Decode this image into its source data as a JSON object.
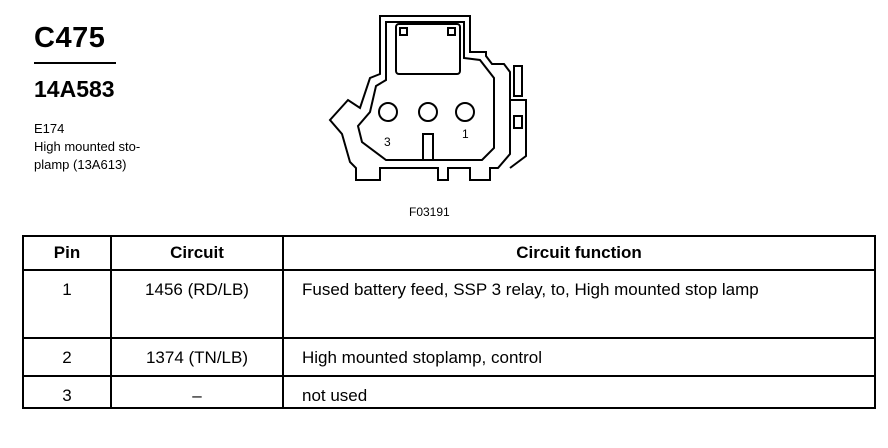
{
  "connector": {
    "id": "C475",
    "part_number": "14A583",
    "location_code": "E174",
    "description_line1": "High mounted sto-",
    "description_line2": "plamp (13A613)",
    "figure_id": "F03191",
    "pin_labels": {
      "left": "3",
      "right": "1"
    }
  },
  "table": {
    "headers": [
      "Pin",
      "Circuit",
      "Circuit function"
    ],
    "rows": [
      {
        "pin": "1",
        "circuit": "1456 (RD/LB)",
        "function": "Fused battery feed, SSP 3 relay, to, High mounted stop lamp"
      },
      {
        "pin": "2",
        "circuit": "1374 (TN/LB)",
        "function": "High mounted stoplamp, control"
      },
      {
        "pin": "3",
        "circuit": "–",
        "function": "not used"
      }
    ]
  }
}
